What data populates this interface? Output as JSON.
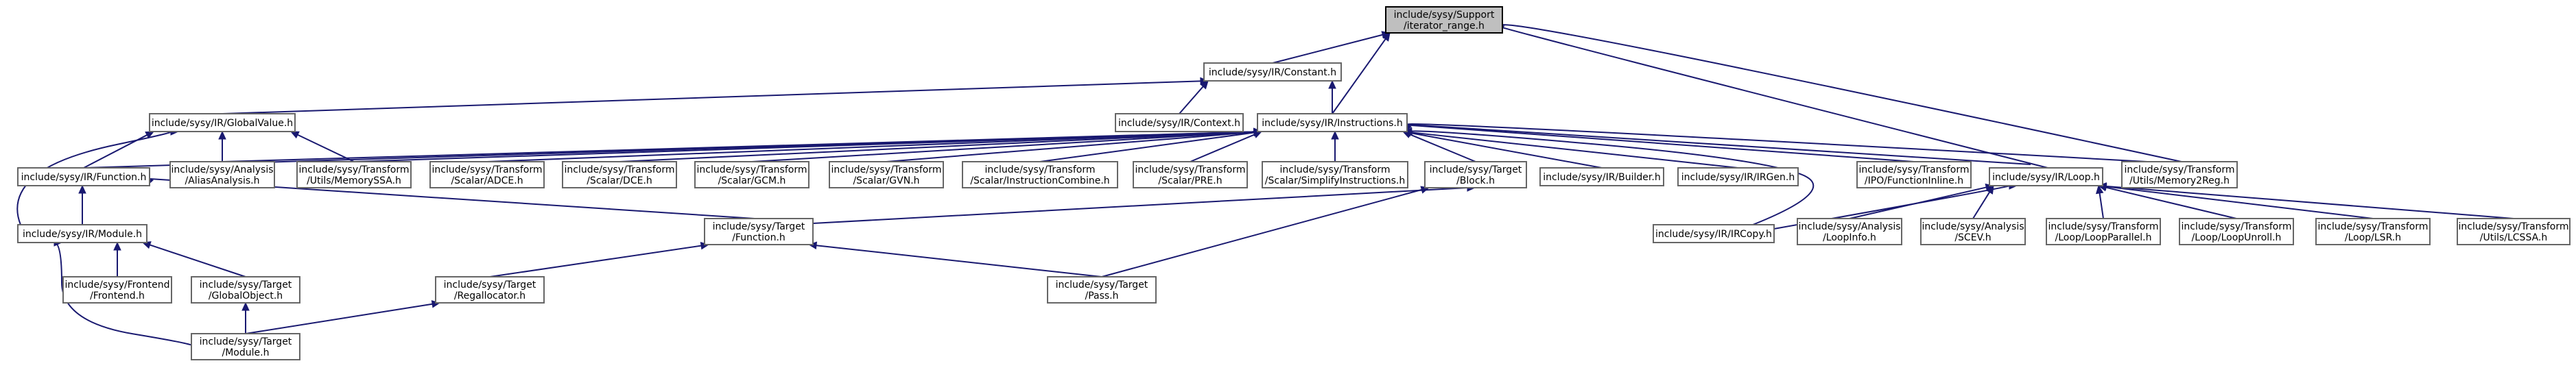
{
  "diagram": {
    "root_fill": "#bfbfbf",
    "edge_color": "#191970",
    "border_color": "#666666",
    "nodes": [
      {
        "id": "iterator_range",
        "lines": [
          "include/sysy/Support",
          "/iterator_range.h"
        ],
        "root": true
      },
      {
        "id": "constant",
        "lines": [
          "include/sysy/IR/Constant.h"
        ]
      },
      {
        "id": "globalvalue",
        "lines": [
          "include/sysy/IR/GlobalValue.h"
        ]
      },
      {
        "id": "context",
        "lines": [
          "include/sysy/IR/Context.h"
        ]
      },
      {
        "id": "instructions",
        "lines": [
          "include/sysy/IR/Instructions.h"
        ]
      },
      {
        "id": "function_ir",
        "lines": [
          "include/sysy/IR/Function.h"
        ]
      },
      {
        "id": "aliasanalysis",
        "lines": [
          "include/sysy/Analysis",
          "/AliasAnalysis.h"
        ]
      },
      {
        "id": "memoryssa",
        "lines": [
          "include/sysy/Transform",
          "/Utils/MemorySSA.h"
        ]
      },
      {
        "id": "adce",
        "lines": [
          "include/sysy/Transform",
          "/Scalar/ADCE.h"
        ]
      },
      {
        "id": "dce",
        "lines": [
          "include/sysy/Transform",
          "/Scalar/DCE.h"
        ]
      },
      {
        "id": "gcm",
        "lines": [
          "include/sysy/Transform",
          "/Scalar/GCM.h"
        ]
      },
      {
        "id": "gvn",
        "lines": [
          "include/sysy/Transform",
          "/Scalar/GVN.h"
        ]
      },
      {
        "id": "instcombine",
        "lines": [
          "include/sysy/Transform",
          "/Scalar/InstructionCombine.h"
        ]
      },
      {
        "id": "pre",
        "lines": [
          "include/sysy/Transform",
          "/Scalar/PRE.h"
        ]
      },
      {
        "id": "simplify",
        "lines": [
          "include/sysy/Transform",
          "/Scalar/SimplifyInstructions.h"
        ]
      },
      {
        "id": "block",
        "lines": [
          "include/sysy/Target",
          "/Block.h"
        ]
      },
      {
        "id": "builder",
        "lines": [
          "include/sysy/IR/Builder.h"
        ]
      },
      {
        "id": "irgen",
        "lines": [
          "include/sysy/IR/IRGen.h"
        ]
      },
      {
        "id": "funcinline",
        "lines": [
          "include/sysy/Transform",
          "/IPO/FunctionInline.h"
        ]
      },
      {
        "id": "loop",
        "lines": [
          "include/sysy/IR/Loop.h"
        ]
      },
      {
        "id": "memory2reg",
        "lines": [
          "include/sysy/Transform",
          "/Utils/Memory2Reg.h"
        ]
      },
      {
        "id": "module_ir",
        "lines": [
          "include/sysy/IR/Module.h"
        ]
      },
      {
        "id": "target_function",
        "lines": [
          "include/sysy/Target",
          "/Function.h"
        ]
      },
      {
        "id": "ircopy",
        "lines": [
          "include/sysy/IR/IRCopy.h"
        ]
      },
      {
        "id": "loopinfo",
        "lines": [
          "include/sysy/Analysis",
          "/LoopInfo.h"
        ]
      },
      {
        "id": "scev",
        "lines": [
          "include/sysy/Analysis",
          "/SCEV.h"
        ]
      },
      {
        "id": "loopparallel",
        "lines": [
          "include/sysy/Transform",
          "/Loop/LoopParallel.h"
        ]
      },
      {
        "id": "loopunroll",
        "lines": [
          "include/sysy/Transform",
          "/Loop/LoopUnroll.h"
        ]
      },
      {
        "id": "looplsr",
        "lines": [
          "include/sysy/Transform",
          "/Loop/LSR.h"
        ]
      },
      {
        "id": "lcssa",
        "lines": [
          "include/sysy/Transform",
          "/Utils/LCSSA.h"
        ]
      },
      {
        "id": "frontend",
        "lines": [
          "include/sysy/Frontend",
          "/Frontend.h"
        ]
      },
      {
        "id": "globalobject",
        "lines": [
          "include/sysy/Target",
          "/GlobalObject.h"
        ]
      },
      {
        "id": "regallocator",
        "lines": [
          "include/sysy/Target",
          "/Regallocator.h"
        ]
      },
      {
        "id": "pass",
        "lines": [
          "include/sysy/Target",
          "/Pass.h"
        ]
      },
      {
        "id": "target_module",
        "lines": [
          "include/sysy/Target",
          "/Module.h"
        ]
      }
    ],
    "edges": [
      [
        "iterator_range",
        "constant"
      ],
      [
        "iterator_range",
        "instructions"
      ],
      [
        "iterator_range",
        "loop"
      ],
      [
        "iterator_range",
        "memory2reg"
      ],
      [
        "constant",
        "globalvalue"
      ],
      [
        "constant",
        "context"
      ],
      [
        "constant",
        "instructions"
      ],
      [
        "globalvalue",
        "function_ir"
      ],
      [
        "globalvalue",
        "aliasanalysis"
      ],
      [
        "globalvalue",
        "memoryssa"
      ],
      [
        "globalvalue",
        "module_ir"
      ],
      [
        "instructions",
        "function_ir"
      ],
      [
        "instructions",
        "aliasanalysis"
      ],
      [
        "instructions",
        "memoryssa"
      ],
      [
        "instructions",
        "adce"
      ],
      [
        "instructions",
        "dce"
      ],
      [
        "instructions",
        "gcm"
      ],
      [
        "instructions",
        "gvn"
      ],
      [
        "instructions",
        "instcombine"
      ],
      [
        "instructions",
        "pre"
      ],
      [
        "instructions",
        "simplify"
      ],
      [
        "instructions",
        "block"
      ],
      [
        "instructions",
        "builder"
      ],
      [
        "instructions",
        "irgen"
      ],
      [
        "instructions",
        "funcinline"
      ],
      [
        "instructions",
        "loop"
      ],
      [
        "instructions",
        "memory2reg"
      ],
      [
        "instructions",
        "ircopy"
      ],
      [
        "function_ir",
        "module_ir"
      ],
      [
        "function_ir",
        "target_function"
      ],
      [
        "block",
        "target_function"
      ],
      [
        "block",
        "pass"
      ],
      [
        "loop",
        "ircopy"
      ],
      [
        "loop",
        "loopinfo"
      ],
      [
        "loop",
        "scev"
      ],
      [
        "loop",
        "loopparallel"
      ],
      [
        "loop",
        "loopunroll"
      ],
      [
        "loop",
        "looplsr"
      ],
      [
        "loop",
        "lcssa"
      ],
      [
        "module_ir",
        "frontend"
      ],
      [
        "module_ir",
        "globalobject"
      ],
      [
        "module_ir",
        "target_module"
      ],
      [
        "target_function",
        "regallocator"
      ],
      [
        "target_function",
        "pass"
      ],
      [
        "globalobject",
        "target_module"
      ],
      [
        "regallocator",
        "target_module"
      ]
    ]
  }
}
